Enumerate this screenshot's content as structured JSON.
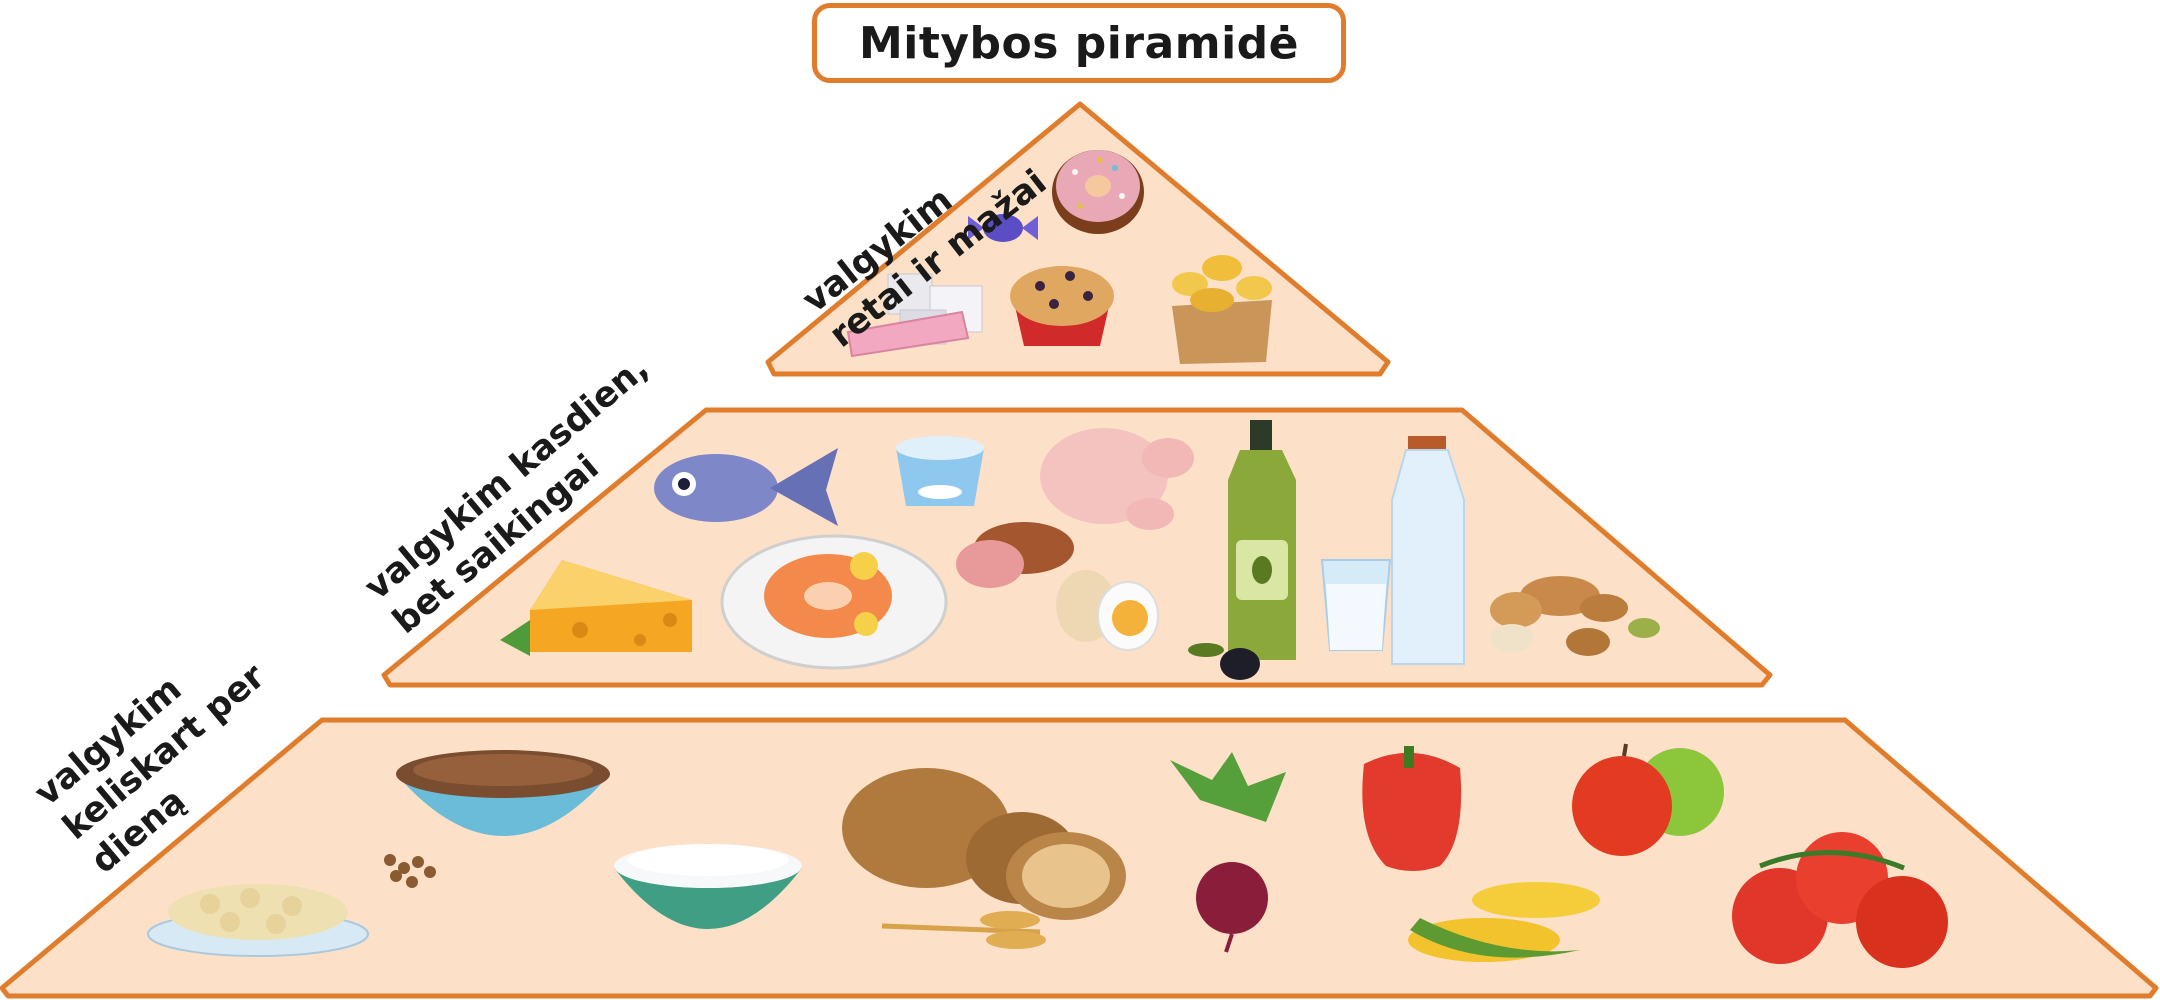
{
  "title": "Mitybos piramidė",
  "colors": {
    "outline": "#e07d2c",
    "fill": "#fde0c8"
  },
  "tiers": [
    {
      "label_lines": [
        "valgykim",
        "retai ir mažai"
      ],
      "foods": [
        "donut",
        "candy",
        "sugar-cubes",
        "pink-sweet-stick",
        "muffin",
        "potato-chips"
      ]
    },
    {
      "label_lines": [
        "valgykim kasdien,",
        "bet saikingai"
      ],
      "foods": [
        "fish",
        "yogurt-cup",
        "raw-chicken",
        "olive-oil-bottle",
        "milk-bottle",
        "cheese",
        "salmon-steak-plate",
        "ham-sausage",
        "boiled-eggs",
        "olive",
        "glass-of-milk",
        "mixed-nuts"
      ]
    },
    {
      "label_lines": [
        "valgykim",
        "keliskart per",
        "dieną"
      ],
      "foods": [
        "buckwheat-bowl",
        "pasta-plate",
        "legumes",
        "rice-bowl",
        "bread-loaves",
        "wheat-ears",
        "beetroot",
        "red-bell-pepper",
        "corn-cobs",
        "apples",
        "tomatoes"
      ]
    }
  ]
}
